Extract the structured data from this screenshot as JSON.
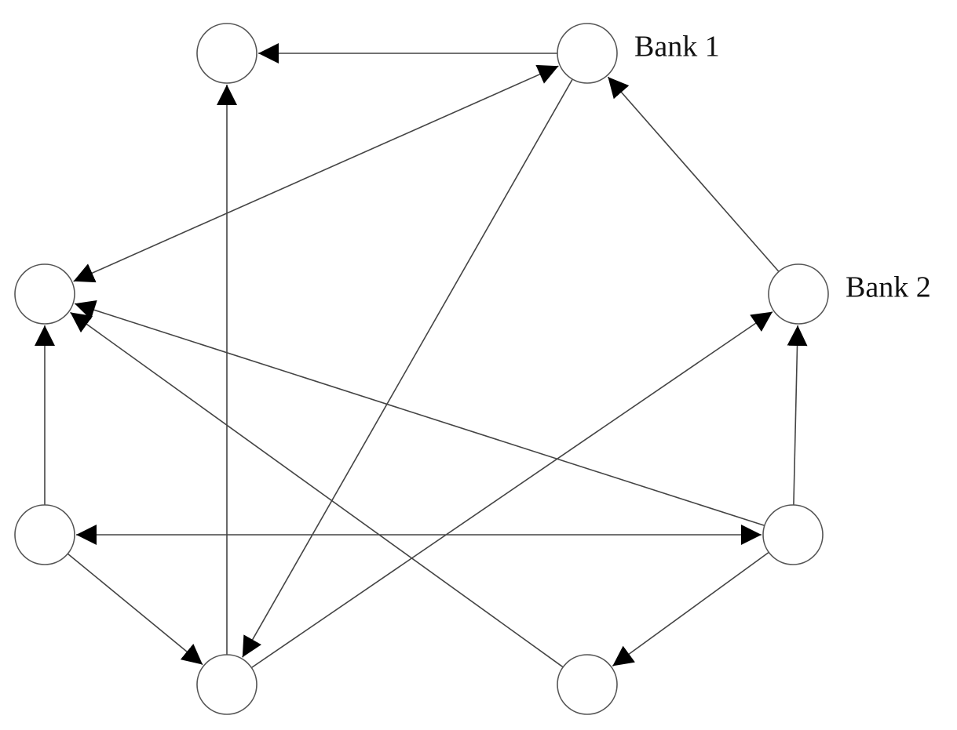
{
  "diagram": {
    "type": "directed-network",
    "nodes": [
      {
        "id": "top-left",
        "label": ""
      },
      {
        "id": "top-right",
        "label": "Bank 1"
      },
      {
        "id": "mid-left",
        "label": ""
      },
      {
        "id": "mid-right",
        "label": "Bank 2"
      },
      {
        "id": "low-left",
        "label": ""
      },
      {
        "id": "low-right",
        "label": ""
      },
      {
        "id": "bottom-left",
        "label": ""
      },
      {
        "id": "bottom-right",
        "label": ""
      }
    ],
    "edges": [
      {
        "from": "top-right",
        "to": "top-left",
        "bidirectional": false
      },
      {
        "from": "bottom-left",
        "to": "top-left",
        "bidirectional": false
      },
      {
        "from": "top-right",
        "to": "mid-left",
        "bidirectional": true
      },
      {
        "from": "top-right",
        "to": "bottom-left",
        "bidirectional": false
      },
      {
        "from": "mid-right",
        "to": "top-right",
        "bidirectional": false
      },
      {
        "from": "low-left",
        "to": "mid-left",
        "bidirectional": false
      },
      {
        "from": "low-right",
        "to": "mid-left",
        "bidirectional": false
      },
      {
        "from": "bottom-right",
        "to": "mid-left",
        "bidirectional": false
      },
      {
        "from": "bottom-left",
        "to": "mid-right",
        "bidirectional": false
      },
      {
        "from": "low-right",
        "to": "mid-right",
        "bidirectional": false
      },
      {
        "from": "low-left",
        "to": "low-right",
        "bidirectional": true
      },
      {
        "from": "low-left",
        "to": "bottom-left",
        "bidirectional": false
      },
      {
        "from": "low-right",
        "to": "bottom-right",
        "bidirectional": false
      }
    ]
  }
}
